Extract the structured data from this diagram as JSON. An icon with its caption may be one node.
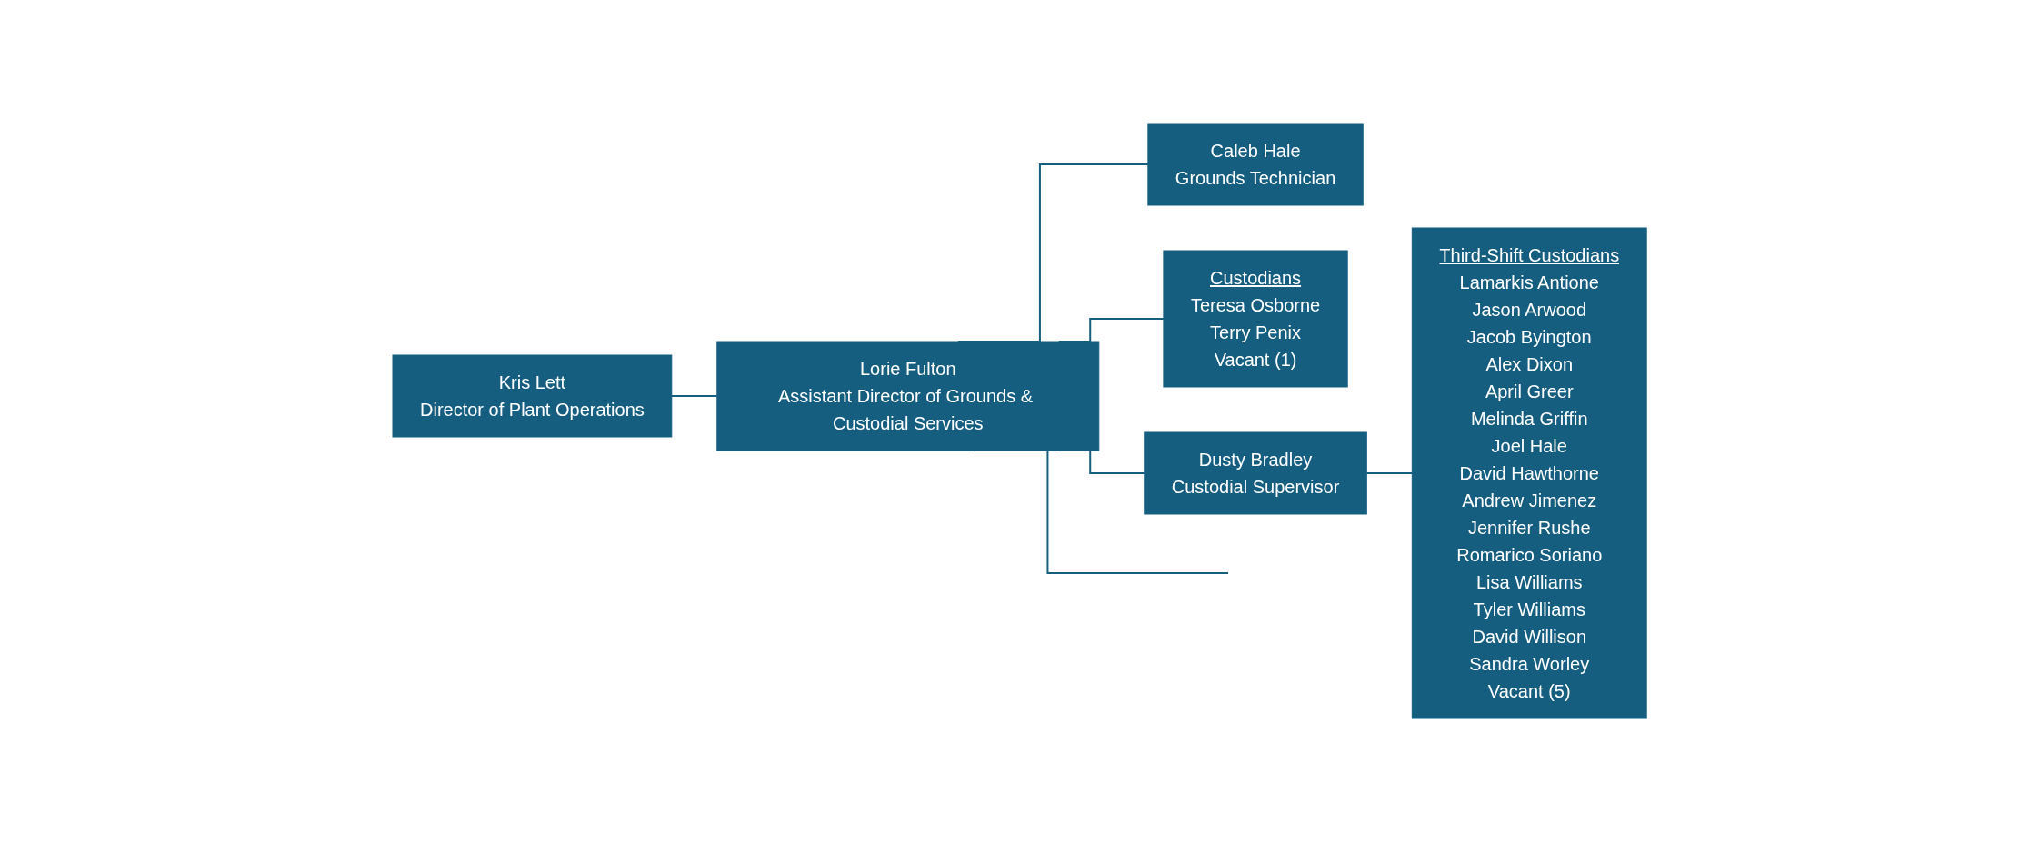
{
  "diagram": {
    "nodes": [
      {
        "text": [
          "Kris Lett",
          "Director of Plant Operations"
        ]
      },
      {
        "text": [
          "Lorie Fulton",
          "Assistant Director of Grounds & Custodial Services"
        ]
      },
      {
        "text": [
          "Caleb Hale",
          "Grounds Technician"
        ]
      },
      {
        "text": [
          "Custodians",
          "Teresa Osborne",
          "Terry Penix",
          "Vacant (1)"
        ]
      },
      {
        "text": [
          "Dusty Bradley",
          "Custodial Supervisor"
        ]
      },
      {
        "text": [
          "Third-Shift Custodians",
          "Lamarkis Antione",
          "Jason Arwood",
          "Jacob Byington",
          "Alex Dixon",
          "April Greer",
          "Melinda Griffin",
          "Joel Hale",
          "David Hawthorne",
          "Andrew Jimenez",
          "Jennifer Rushe",
          "Romarico Soriano",
          "Lisa Williams",
          "Tyler Williams",
          "David Willison",
          "Sandra Worley",
          "Vacant (5)"
        ]
      }
    ],
    "edges": [
      {
        "from": 0,
        "to": 1,
        "arrow": "none"
      },
      {
        "from": 1,
        "to": null,
        "arrow": "none"
      },
      {
        "from": 1,
        "to": 2,
        "arrow": "none"
      },
      {
        "from": 1,
        "to": 3,
        "arrow": "none"
      },
      {
        "from": 1,
        "to": 4,
        "arrow": "none"
      },
      {
        "from": 4,
        "to": 5,
        "arrow": "none"
      }
    ]
  }
}
